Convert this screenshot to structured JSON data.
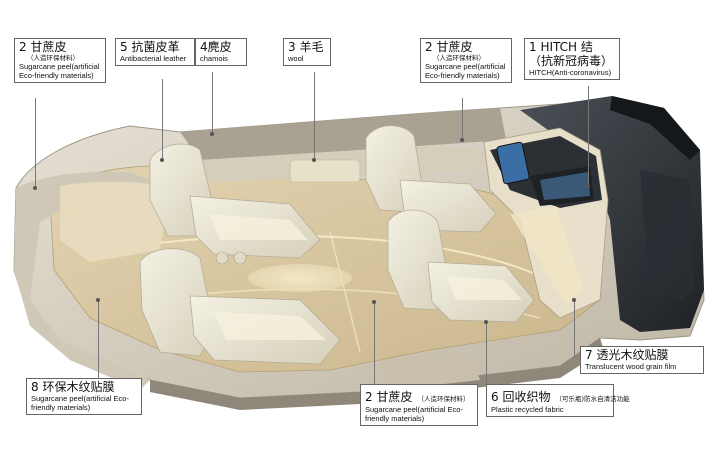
{
  "callouts": {
    "c1": {
      "title": "2 甘蔗皮",
      "sub": "（人造环保材料）",
      "en": "Sugarcane peel(artificial Eco-friendly materials)"
    },
    "c2": {
      "title": "5 抗菌皮革",
      "en": "Antibacterial leather"
    },
    "c3": {
      "title": "4麂皮",
      "en": "chamois"
    },
    "c4": {
      "title": "3 羊毛",
      "en": "wool"
    },
    "c5": {
      "title": "2 甘蔗皮",
      "sub": "（人造环保材料）",
      "en": "Sugarcane peel(artificial Eco-friendly materials)"
    },
    "c6": {
      "title": "1 HITCH 结",
      "title2": "（抗新冠病毒）",
      "en": "HITCH(Anti-coronavirus)"
    },
    "c7": {
      "title": "7 透光木纹贴膜",
      "en": "Translucent wood grain film"
    },
    "c8": {
      "title": "8 环保木纹贴膜",
      "en": "Sugarcane peel(artificial Eco-friendly materials)"
    },
    "c9": {
      "title": "2 甘蔗皮",
      "sub": "（人造环保材料）",
      "en": "Sugarcane peel(artificial Eco-friendly materials)"
    },
    "c10": {
      "title": "6 回收织物",
      "sub": "（可乐瓶)防水自清洁功能",
      "en": "Plastic recycled fabric"
    }
  },
  "colors": {
    "body_shell": "#d9d3c4",
    "floor_wood": "#d8c6a0",
    "seat_cream": "#ece8d6",
    "seat_shade": "#c8c2ae",
    "glass_dark": "#2e3236",
    "screen_blue": "#3a6ea5"
  }
}
